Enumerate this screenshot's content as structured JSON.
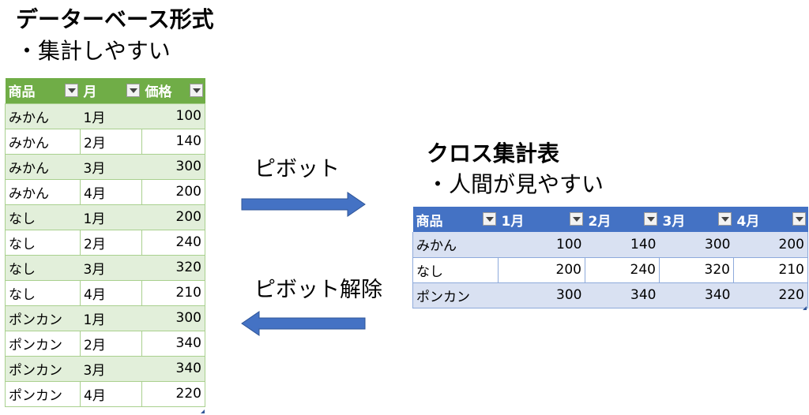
{
  "left": {
    "title": "データーベース形式",
    "subtitle": "・集計しやすい"
  },
  "right": {
    "title": "クロス集計表",
    "subtitle": "・人間が見やすい"
  },
  "arrows": {
    "pivot_label": "ピボット",
    "unpivot_label": "ピボット解除",
    "color": "#4472c4"
  },
  "database_table": {
    "headers": [
      "商品",
      "月",
      "価格"
    ],
    "rows": [
      [
        "みかん",
        "1月",
        "100"
      ],
      [
        "みかん",
        "2月",
        "140"
      ],
      [
        "みかん",
        "3月",
        "300"
      ],
      [
        "みかん",
        "4月",
        "200"
      ],
      [
        "なし",
        "1月",
        "200"
      ],
      [
        "なし",
        "2月",
        "240"
      ],
      [
        "なし",
        "3月",
        "320"
      ],
      [
        "なし",
        "4月",
        "210"
      ],
      [
        "ポンカン",
        "1月",
        "300"
      ],
      [
        "ポンカン",
        "2月",
        "340"
      ],
      [
        "ポンカン",
        "3月",
        "340"
      ],
      [
        "ポンカン",
        "4月",
        "220"
      ]
    ],
    "header_color": "#70ad47",
    "band_color": "#e2efda"
  },
  "cross_table": {
    "headers": [
      "商品",
      "1月",
      "2月",
      "3月",
      "4月"
    ],
    "rows": [
      [
        "みかん",
        "100",
        "140",
        "300",
        "200"
      ],
      [
        "なし",
        "200",
        "240",
        "320",
        "210"
      ],
      [
        "ポンカン",
        "300",
        "340",
        "340",
        "220"
      ]
    ],
    "header_color": "#4472c4",
    "band_color": "#d9e1f2"
  }
}
